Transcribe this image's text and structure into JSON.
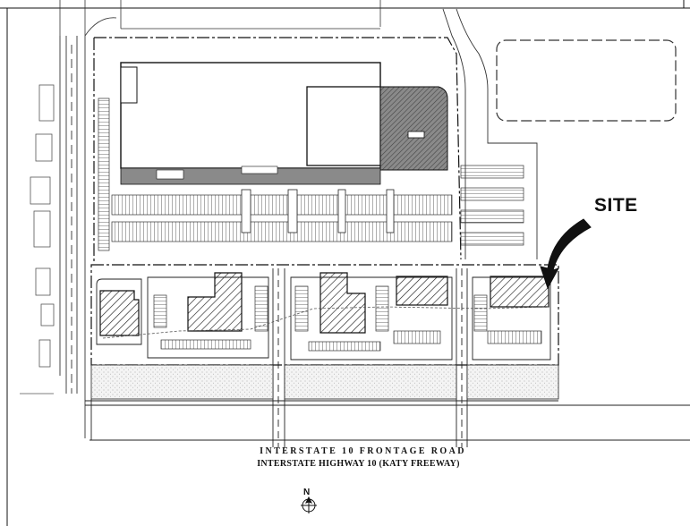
{
  "site_label": "SITE",
  "road_labels": {
    "frontage": "INTERSTATE 10 FRONTAGE ROAD",
    "highway": "INTERSTATE HIGHWAY 10 (KATY FREEWAY)"
  },
  "north_arrow": {
    "letter": "N",
    "icon": "north-arrow-icon"
  },
  "colors": {
    "ink": "#111111",
    "hatch_fill": "#6f6f6f",
    "paper": "#ffffff",
    "landscape": "#f2f2f2"
  }
}
